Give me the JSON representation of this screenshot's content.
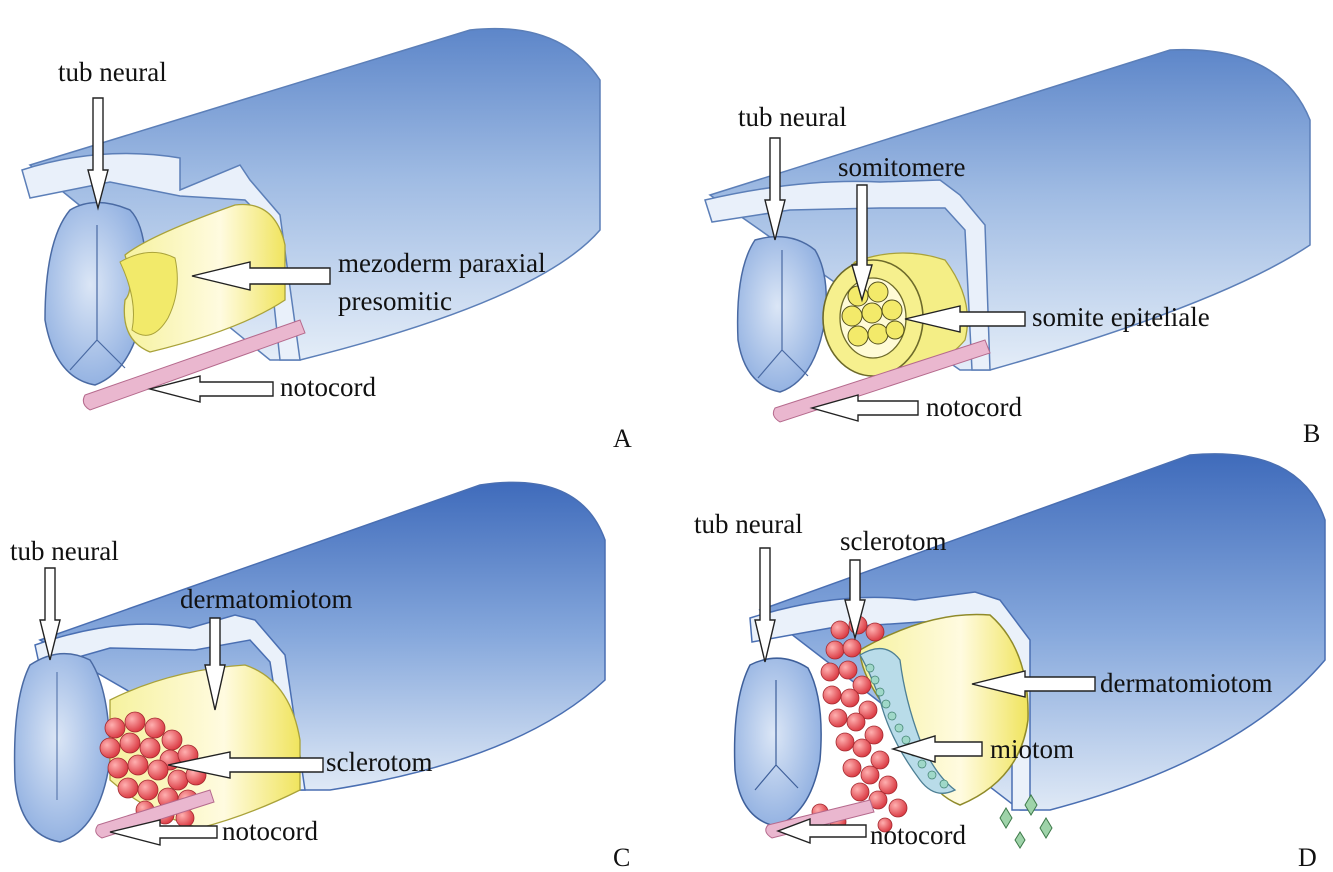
{
  "panels": {
    "a": {
      "letter": "A",
      "labels": {
        "tub_neural": "tub neural",
        "mezoderm_line1": "mezoderm paraxial",
        "mezoderm_line2": "presomitic",
        "notocord": "notocord"
      }
    },
    "b": {
      "letter": "B",
      "labels": {
        "tub_neural": "tub neural",
        "somitomere": "somitomere",
        "somite_epiteliale": "somite epiteliale",
        "notocord": "notocord"
      }
    },
    "c": {
      "letter": "C",
      "labels": {
        "tub_neural": "tub neural",
        "dermatomiotom": "dermatomiotom",
        "sclerotom": "sclerotom",
        "notocord": "notocord"
      }
    },
    "d": {
      "letter": "D",
      "labels": {
        "tub_neural": "tub neural",
        "sclerotom": "sclerotom",
        "dermatomiotom": "dermatomiotom",
        "miotom": "miotom",
        "notocord": "notocord"
      }
    }
  },
  "colors": {
    "ectoderm_blue": "#7fa3d6",
    "ectoderm_light": "#dbe7f5",
    "neural_tube": "#a9c3e6",
    "mesoderm_yellow": "#f3ee86",
    "notochord_pink": "#e6a7c3",
    "sclerotome_red": "#e2575e",
    "arrow_outline": "#222222"
  }
}
